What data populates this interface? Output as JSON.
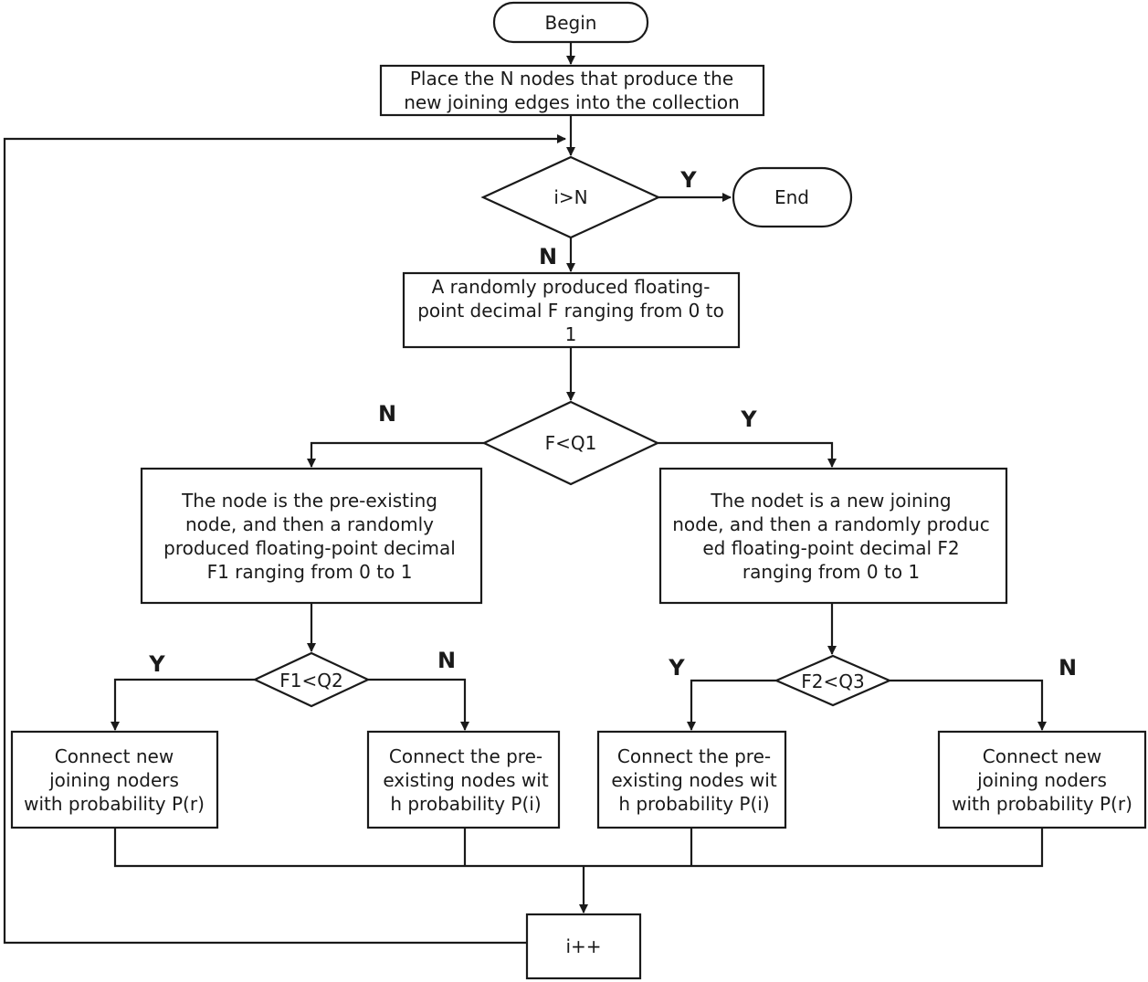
{
  "nodes": {
    "begin": {
      "lines": [
        "Begin"
      ]
    },
    "place": {
      "lines": [
        "Place the N nodes that produce the",
        "new joining edges into the collection"
      ]
    },
    "cond_i_n": {
      "lines": [
        "i>N"
      ]
    },
    "end": {
      "lines": [
        "End"
      ]
    },
    "random_f": {
      "lines": [
        "A randomly produced floating-",
        "point decimal F ranging from 0 to",
        "1"
      ]
    },
    "cond_f_q1": {
      "lines": [
        "F<Q1"
      ]
    },
    "pre_existing": {
      "lines": [
        "The node is the pre-existing",
        "node, and then a randomly",
        "produced floating-point decimal",
        "F1 ranging from 0 to 1"
      ]
    },
    "new_joining": {
      "lines": [
        "The nodet is a new joining",
        "node, and then a randomly produc",
        "ed floating-point decimal F2",
        "ranging from 0 to 1"
      ]
    },
    "cond_f1_q2": {
      "lines": [
        "F1<Q2"
      ]
    },
    "cond_f2_q3": {
      "lines": [
        "F2<Q3"
      ]
    },
    "connect_new_left": {
      "lines": [
        "Connect new",
        "joining noders",
        "with probability P(r)"
      ]
    },
    "connect_pre_left": {
      "lines": [
        "Connect the pre-",
        "existing nodes wit",
        "h probability P(i)"
      ]
    },
    "connect_pre_right": {
      "lines": [
        "Connect the pre-",
        "existing nodes wit",
        "h probability P(i)"
      ]
    },
    "connect_new_right": {
      "lines": [
        "Connect new",
        "joining noders",
        "with probability P(r)"
      ]
    },
    "increment": {
      "lines": [
        "i++"
      ]
    }
  },
  "edge_labels": {
    "i_n_yes": "Y",
    "i_n_no": "N",
    "f_q1_no": "N",
    "f_q1_yes": "Y",
    "f1_q2_yes": "Y",
    "f1_q2_no": "N",
    "f2_q3_yes": "Y",
    "f2_q3_no": "N"
  }
}
